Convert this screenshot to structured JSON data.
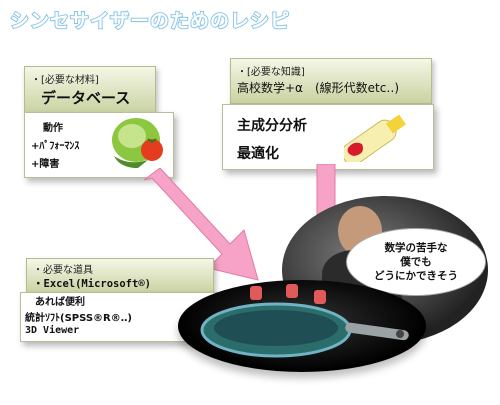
{
  "title": "シンセサイザーのためのレシピ",
  "materials": {
    "caption": "・[必要な材料]",
    "heading": "データベース",
    "items": [
      "動作",
      "+ﾊﾟﾌｫｰﾏﾝｽ",
      "+障害"
    ]
  },
  "knowledge": {
    "caption": "・[必要な知識]",
    "heading": "高校数学+α　(線形代数etc‥)",
    "items": [
      "主成分分析",
      "最適化"
    ]
  },
  "tools": {
    "caption": "・必要な道具",
    "items": [
      "・Excel(Microsoft®)",
      "あれば便利",
      "統計ｿﾌﾄ(SPSS®R®‥)",
      "3D Viewer"
    ]
  },
  "bubble": {
    "lines": [
      "数学の苦手な",
      "僕でも",
      "どうにかできそう"
    ]
  },
  "colors": {
    "title_outline": "#6fb6dc",
    "arrow": "#f7a3c8",
    "card_head": "#c9d2a2"
  },
  "icons": [
    "vegetable-icon",
    "mayonnaise-icon",
    "frying-pan-icon",
    "person-photo"
  ]
}
